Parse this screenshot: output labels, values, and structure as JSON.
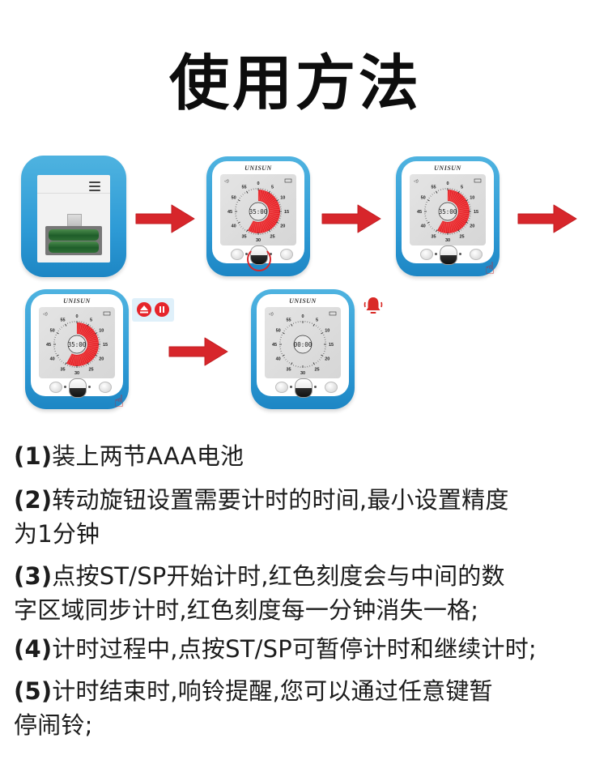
{
  "title": "使用方法",
  "device": {
    "brand": "UNISUN",
    "dial_labels": [
      "0",
      "5",
      "10",
      "15",
      "20",
      "25",
      "30",
      "35",
      "40",
      "45",
      "50",
      "55"
    ],
    "display_set": "35:00",
    "display_end": "00:00",
    "accent_red": "#e6252b",
    "body_blue": "#2e9bd6"
  },
  "steps_images": [
    {
      "id": "step1",
      "desc": "battery-compartment"
    },
    {
      "id": "step2",
      "desc": "turn-knob",
      "display": "35:00"
    },
    {
      "id": "step3",
      "desc": "press-st-sp",
      "display": "35:00"
    },
    {
      "id": "step4",
      "desc": "pause-resume",
      "display": "35:00",
      "icons": [
        "play-icon",
        "pause-icon"
      ]
    },
    {
      "id": "step5",
      "desc": "alarm-ring",
      "display": "00:00",
      "icons": [
        "bell-icon"
      ]
    }
  ],
  "instructions": [
    {
      "num": "(1)",
      "lines": [
        "装上两节AAA电池"
      ]
    },
    {
      "num": "(2)",
      "lines": [
        "转动旋钮设置需要计时的时间,最小设置精度",
        "为1分钟"
      ]
    },
    {
      "num": "(3)",
      "lines": [
        "点按ST/SP开始计时,红色刻度会与中间的数",
        "字区域同步计时,红色刻度每一分钟消失一格;"
      ]
    },
    {
      "num": "(4)",
      "lines": [
        "计时过程中,点按ST/SP可暂停计时和继续计时;"
      ]
    },
    {
      "num": "(5)",
      "lines": [
        "计时结束时,响铃提醒,您可以通过任意键暂",
        "停闹铃;"
      ]
    }
  ]
}
